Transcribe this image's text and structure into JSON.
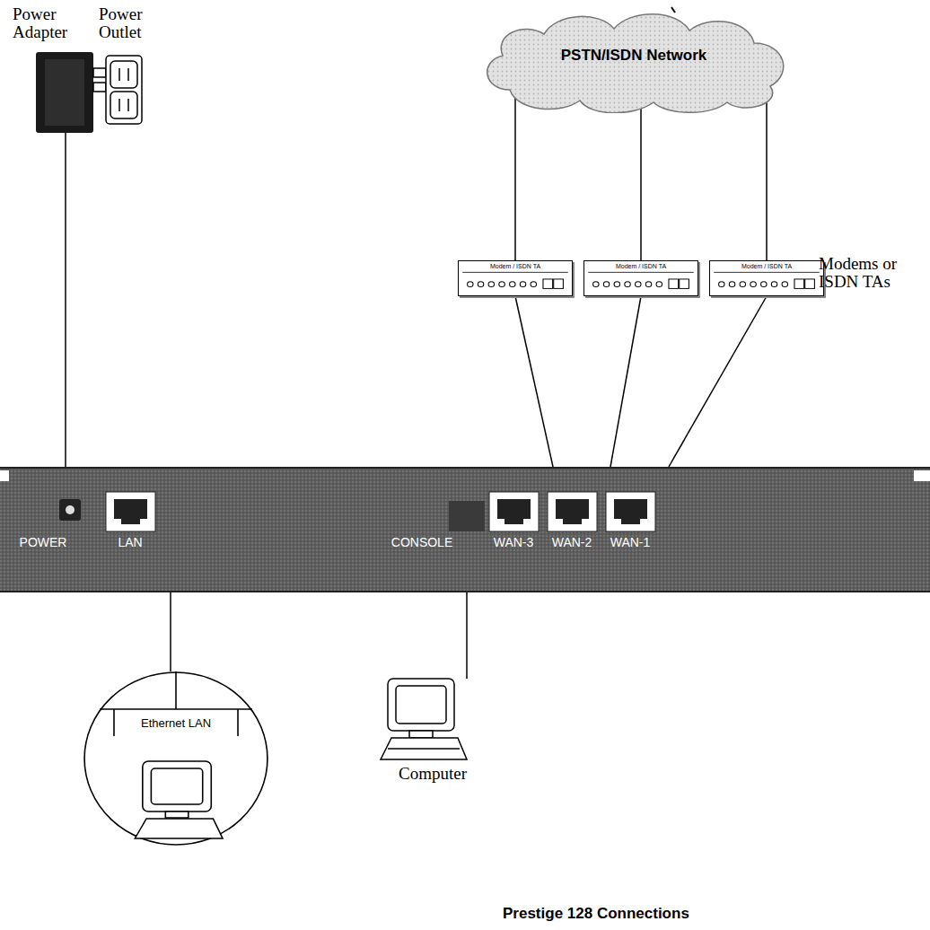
{
  "diagram": {
    "caption": "Prestige 128 Connections",
    "nodes": [
      {
        "text": [
          "PSTN/ISDN Network"
        ]
      },
      {
        "text": [
          "Modem / ISDN TA"
        ]
      },
      {
        "text": [
          "Modem / ISDN TA"
        ]
      },
      {
        "text": [
          "Modem / ISDN TA"
        ]
      },
      {
        "text": [
          "POWER",
          "LAN",
          "CONSOLE",
          "WAN-3",
          "WAN-2",
          "WAN-1"
        ]
      },
      {
        "text": [
          "Ethernet LAN"
        ]
      }
    ],
    "edges": [
      {
        "from": 0,
        "to": 1,
        "arrow": "none"
      },
      {
        "from": 0,
        "to": 2,
        "arrow": "none"
      },
      {
        "from": 0,
        "to": 3,
        "arrow": "none"
      },
      {
        "from": 1,
        "to": 4,
        "arrow": "none"
      },
      {
        "from": 2,
        "to": 4,
        "arrow": "none"
      },
      {
        "from": 3,
        "to": 4,
        "arrow": "none"
      },
      {
        "from": 4,
        "to": 5,
        "arrow": "none"
      }
    ],
    "labels": [
      "Power Adapter",
      "Power Outlet",
      "Modems or ISDN TAs",
      "Computer"
    ]
  }
}
